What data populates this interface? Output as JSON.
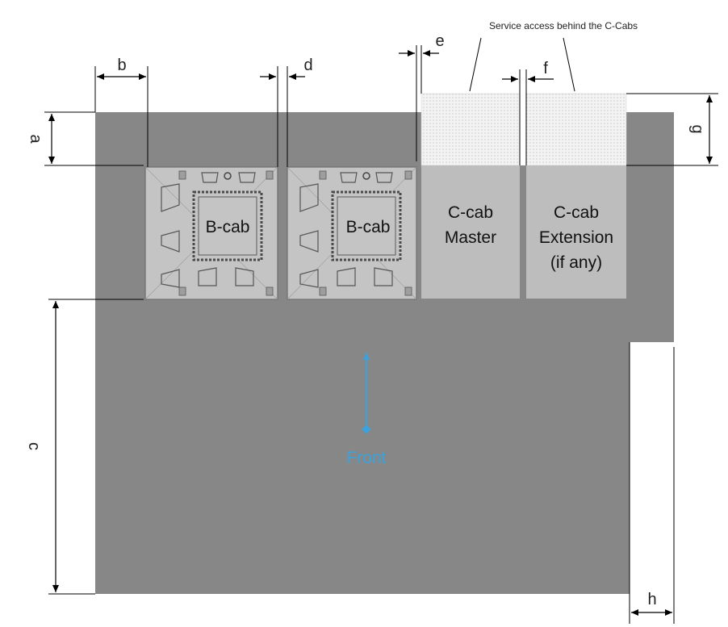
{
  "annotation": {
    "service_access": "Service access behind the C-Cabs"
  },
  "dimensions": {
    "a": "a",
    "b": "b",
    "c": "c",
    "d": "d",
    "e": "e",
    "f": "f",
    "g": "g",
    "h": "h"
  },
  "cabinets": {
    "b_cab_1": "B-cab",
    "b_cab_2": "B-cab",
    "c_cab_master": [
      "C-cab",
      "Master"
    ],
    "c_cab_extension": [
      "C-cab",
      "Extension",
      "(if any)"
    ]
  },
  "front_label": "Front",
  "colors": {
    "floor": "#878787",
    "cab": "#bdbdbd",
    "b_cab": "#c4c4c4",
    "front": "#3aa3dd",
    "service": "#f1f1f1"
  }
}
